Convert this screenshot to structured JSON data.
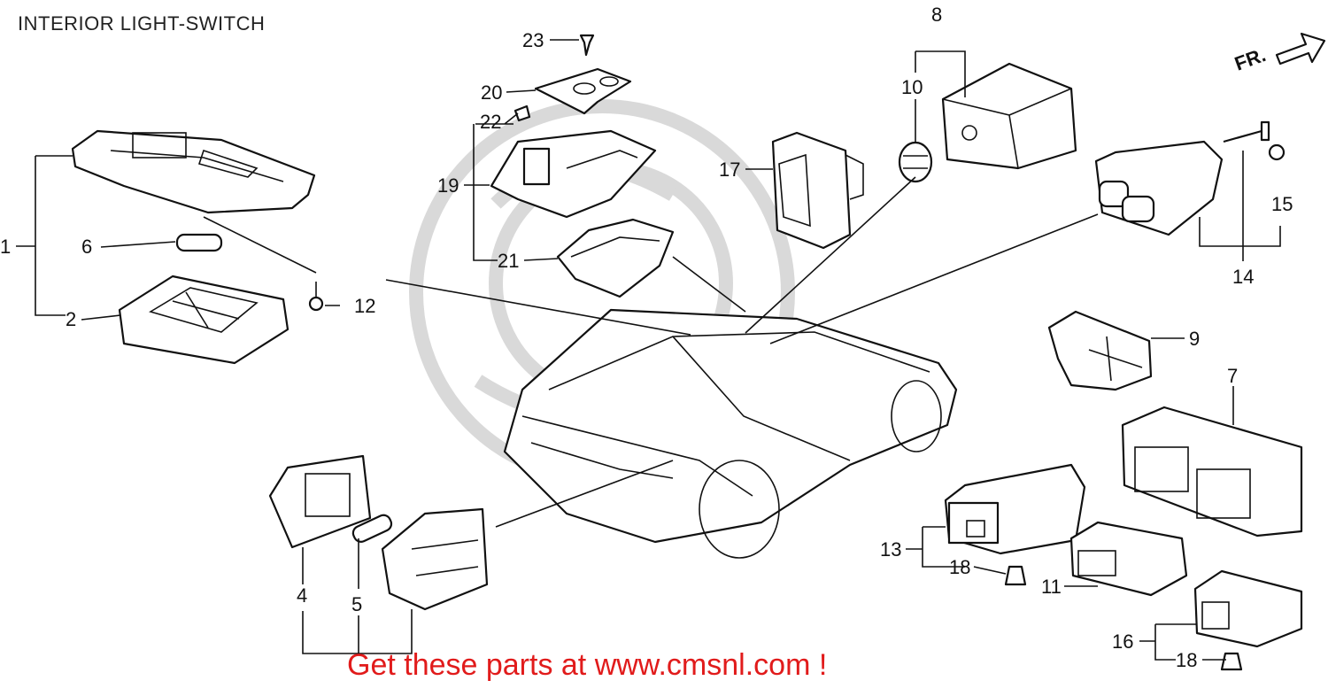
{
  "title": "INTERIOR LIGHT-SWITCH",
  "promo": "Get these parts at www.cmsnl.com !",
  "direction_label": "FR.",
  "colors": {
    "promo": "#e11b1b",
    "lines": "#111111",
    "watermark": "#d5d5d5"
  },
  "callouts": {
    "n1": "1",
    "n2": "2",
    "n4": "4",
    "n5": "5",
    "n6": "6",
    "n7": "7",
    "n8": "8",
    "n9": "9",
    "n10": "10",
    "n11": "11",
    "n12": "12",
    "n13": "13",
    "n14": "14",
    "n15": "15",
    "n16": "16",
    "n17": "17",
    "n18a": "18",
    "n18b": "18",
    "n19": "19",
    "n20": "20",
    "n21": "21",
    "n22": "22",
    "n23": "23"
  }
}
